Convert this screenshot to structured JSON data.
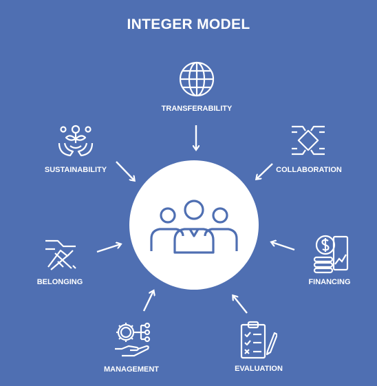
{
  "title": "INTEGER MODEL",
  "colors": {
    "background": "#4f6fb2",
    "foreground": "#ffffff",
    "hub_icon": "#4f6fb2"
  },
  "hub": {
    "icon": "team-people-icon"
  },
  "nodes": [
    {
      "id": "transferability",
      "label": "TRANSFERABILITY",
      "icon": "globe-icon"
    },
    {
      "id": "collaboration",
      "label": "COLLABORATION",
      "icon": "joined-hands-icon"
    },
    {
      "id": "financing",
      "label": "FINANCING",
      "icon": "coins-chart-icon"
    },
    {
      "id": "evaluation",
      "label": "EVALUATION",
      "icon": "checklist-clipboard-icon"
    },
    {
      "id": "management",
      "label": "MANAGEMENT",
      "icon": "gear-hand-icon"
    },
    {
      "id": "belonging",
      "label": "BELONGING",
      "icon": "handshake-icon"
    },
    {
      "id": "sustainability",
      "label": "SUSTAINABILITY",
      "icon": "eco-hands-icon"
    }
  ]
}
